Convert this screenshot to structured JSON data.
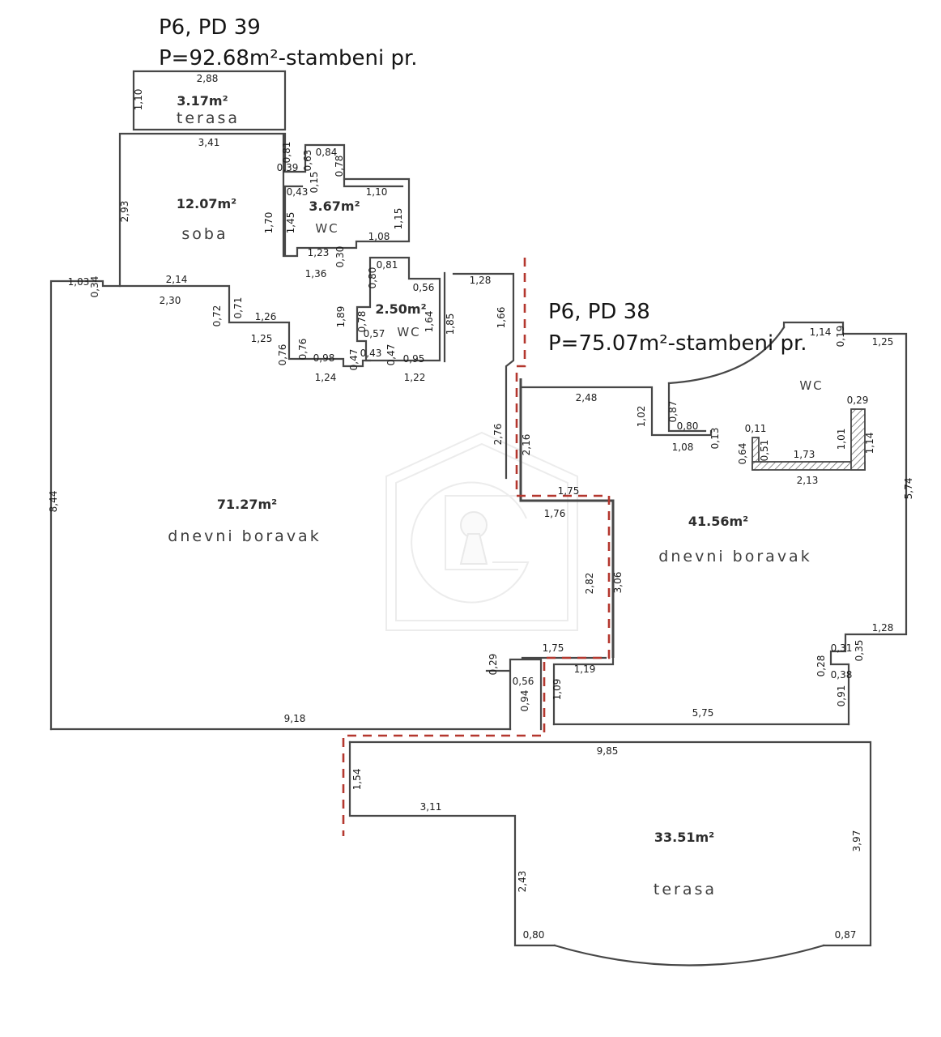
{
  "units": {
    "pd39": {
      "title": "P6, PD 39",
      "area_line": "P=92.68m²-stambeni pr."
    },
    "pd38": {
      "title": "P6, PD 38",
      "area_line": "P=75.07m²-stambeni pr."
    }
  },
  "rooms": {
    "terasa39": {
      "area": "3.17m²",
      "name": "terasa"
    },
    "soba": {
      "area": "12.07m²",
      "name": "soba"
    },
    "wc1": {
      "area": "3.67m²",
      "name": "WC"
    },
    "wc2": {
      "area": "2.50m²",
      "name": "WC"
    },
    "living39": {
      "area": "71.27m²",
      "name": "dnevni boravak"
    },
    "living38": {
      "area": "41.56m²",
      "name": "dnevni boravak"
    },
    "wc38": {
      "name": "WC"
    },
    "terasa38": {
      "area": "33.51m²",
      "name": "terasa"
    }
  },
  "boundary": {
    "color": "#b4372e",
    "style": "dashed"
  },
  "dims": [
    "2,88",
    "1,10",
    "3,41",
    "0,81",
    "0,39",
    "0,63",
    "0,84",
    "0,78",
    "0,15",
    "0,43",
    "1,10",
    "2,93",
    "1,70",
    "1,45",
    "1,15",
    "1,08",
    "1,23",
    "0,30",
    "1,36",
    "1,03",
    "0,34",
    "2,14",
    "2,30",
    "0,72",
    "0,71",
    "1,26",
    "1,25",
    "0,76",
    "0,76",
    "0,98",
    "0,47",
    "0,43",
    "0,47",
    "0,95",
    "1,24",
    "1,22",
    "0,81",
    "0,80",
    "0,56",
    "1,89",
    "0,78",
    "0,57",
    "1,64",
    "1,85",
    "1,28",
    "1,66",
    "8,44",
    "9,18",
    "2,48",
    "1,02",
    "0,87",
    "0,80",
    "0,13",
    "1,08",
    "2,76",
    "2,16",
    "1,75",
    "1,76",
    "2,82",
    "3,06",
    "1,14",
    "0,19",
    "1,25",
    "0,29",
    "0,11",
    "0,64",
    "0,51",
    "1,73",
    "1,01",
    "1,14",
    "2,13",
    "5,74",
    "1,28",
    "0,31",
    "0,35",
    "0,28",
    "0,38",
    "0,91",
    "1,75",
    "0,29",
    "1,19",
    "0,56",
    "0,94",
    "1,09",
    "5,75",
    "9,85",
    "1,54",
    "3,11",
    "2,43",
    "0,80",
    "3,97",
    "0,87"
  ]
}
